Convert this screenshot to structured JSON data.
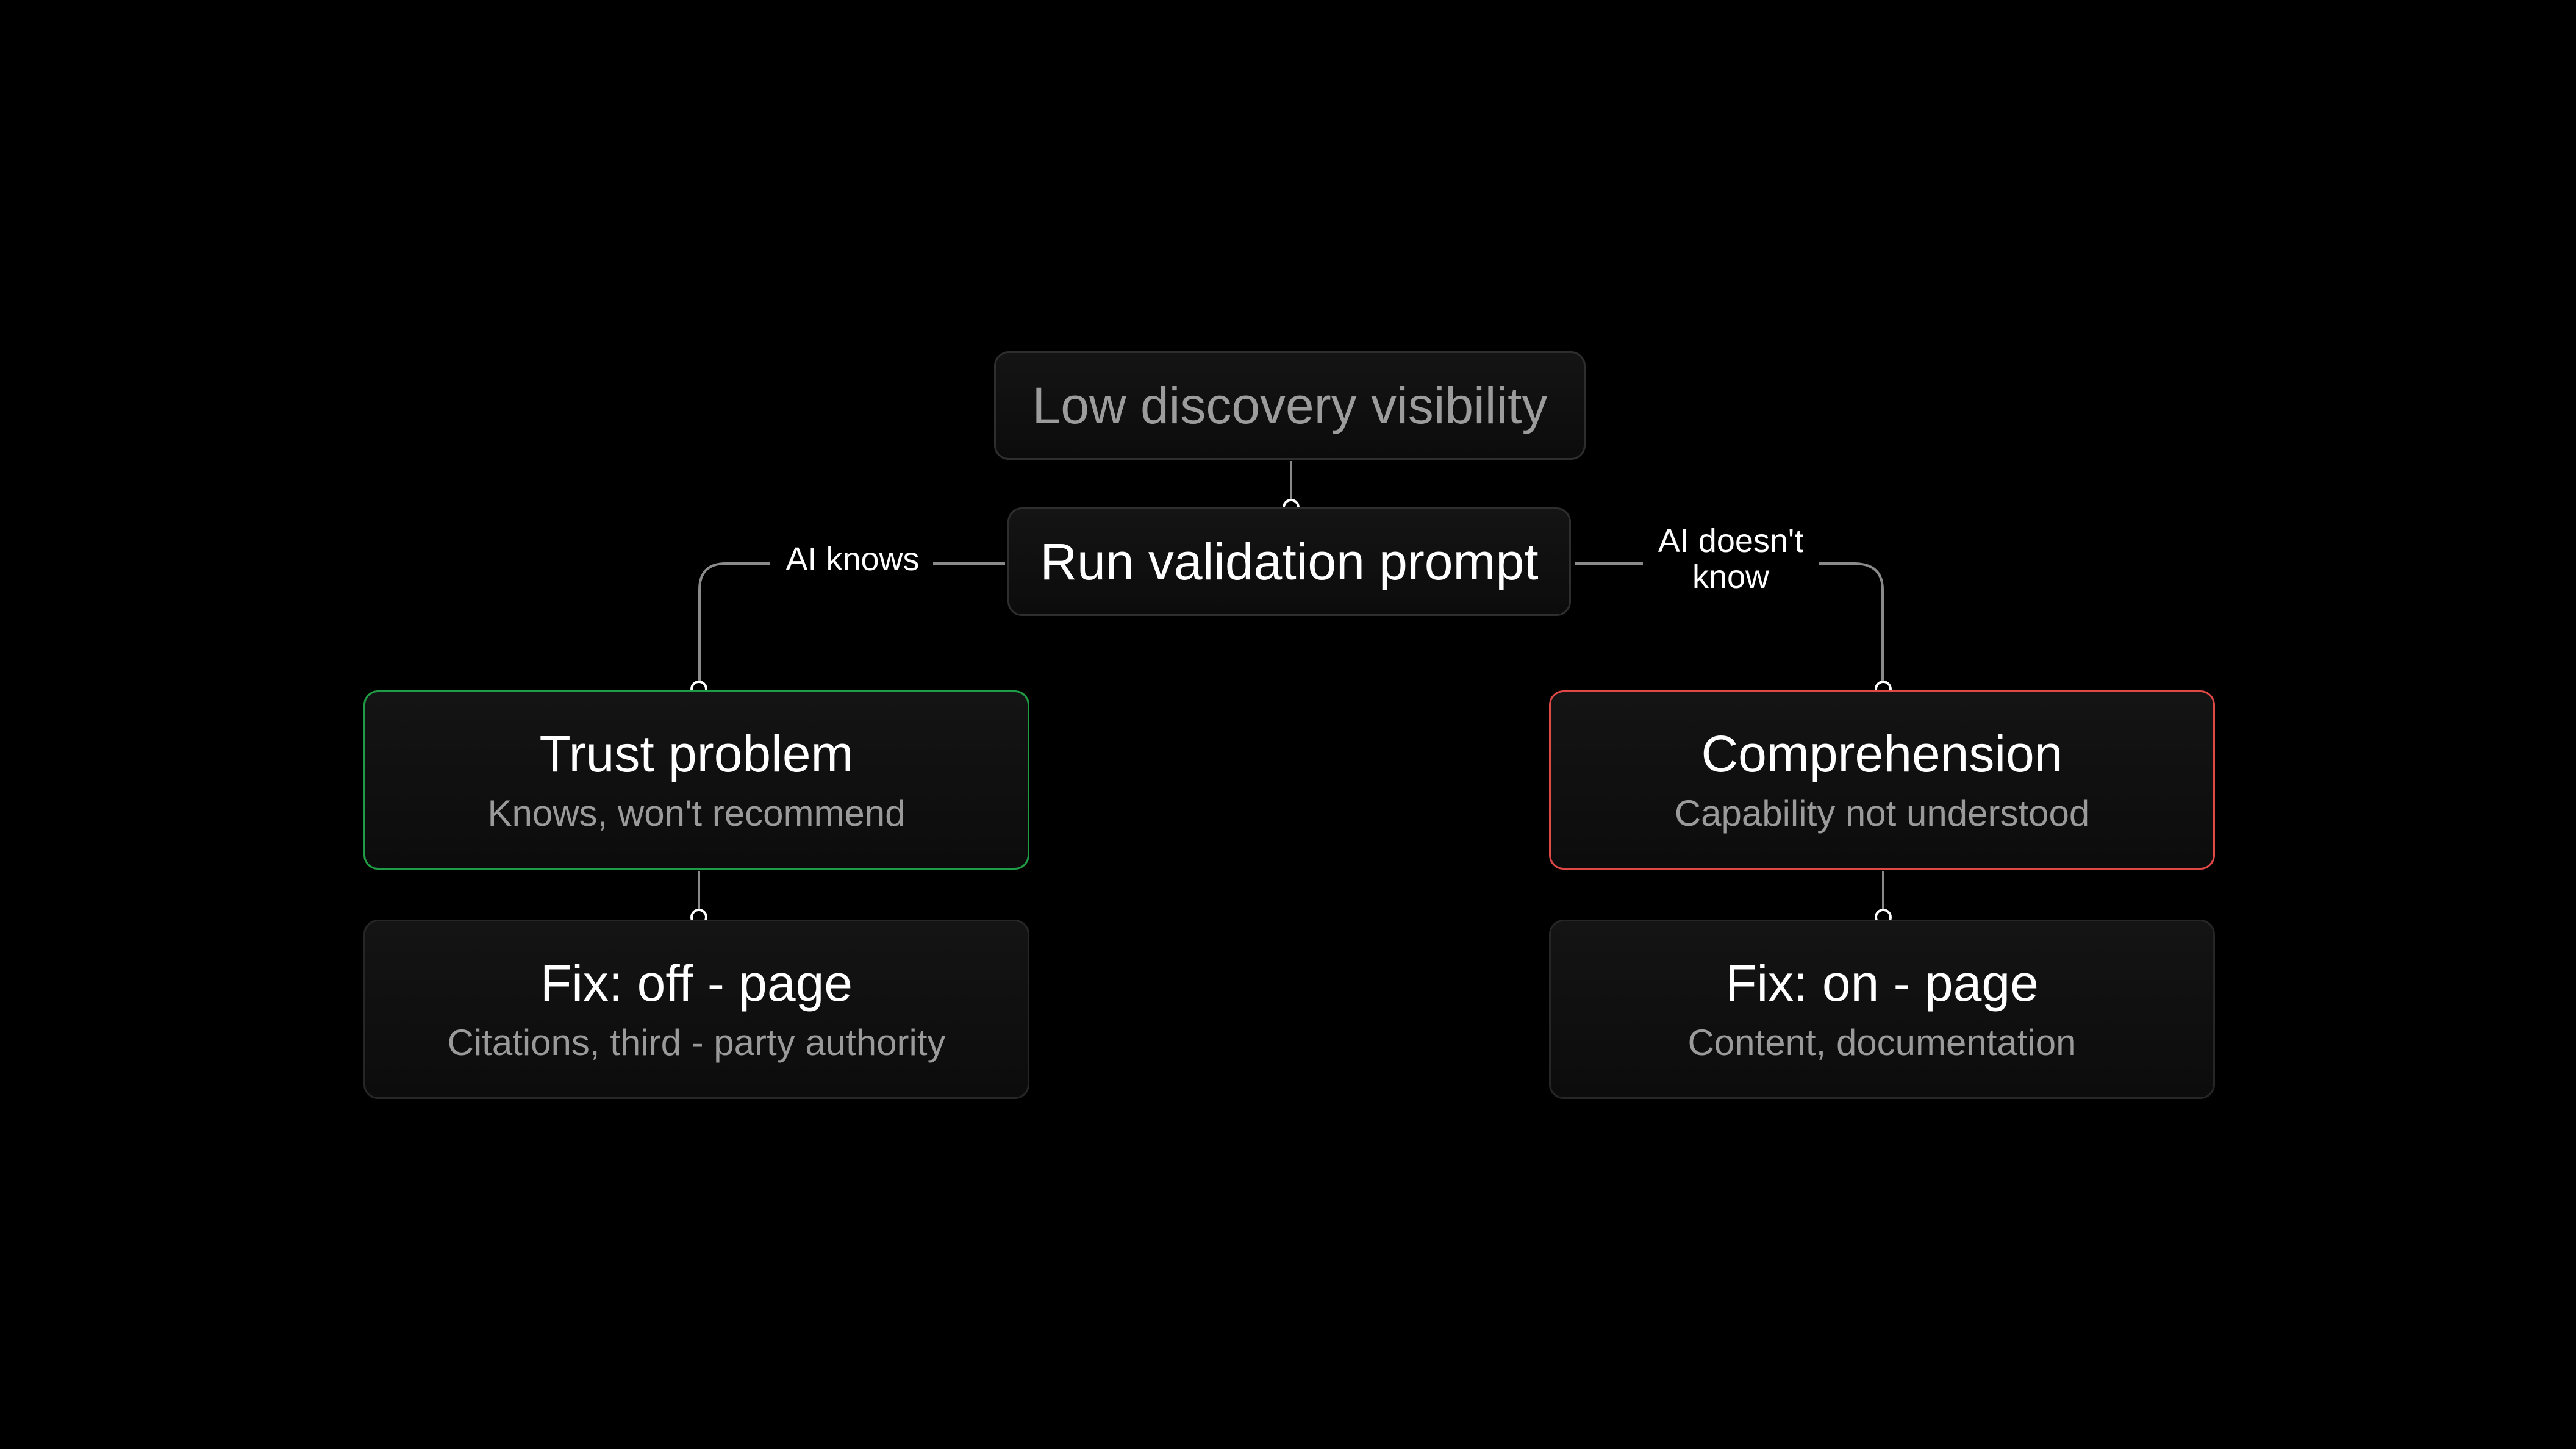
{
  "nodes": {
    "start": {
      "title": "Low discovery visibility"
    },
    "validate": {
      "title": "Run validation prompt"
    },
    "trust": {
      "title": "Trust problem",
      "subtitle": "Knows, won't recommend"
    },
    "comprehension": {
      "title": "Comprehension",
      "subtitle": "Capability not understood"
    },
    "fix_off": {
      "title": "Fix: off - page",
      "subtitle": "Citations, third - party authority"
    },
    "fix_on": {
      "title": "Fix: on - page",
      "subtitle": "Content, documentation"
    }
  },
  "edges": {
    "ai_knows": "AI knows",
    "ai_doesnt_know": "AI doesn't\nknow"
  },
  "colors": {
    "background": "#000000",
    "connector": "#8a8a8a",
    "trust_border": "#1f9d46",
    "comprehension_border": "#e04848"
  }
}
